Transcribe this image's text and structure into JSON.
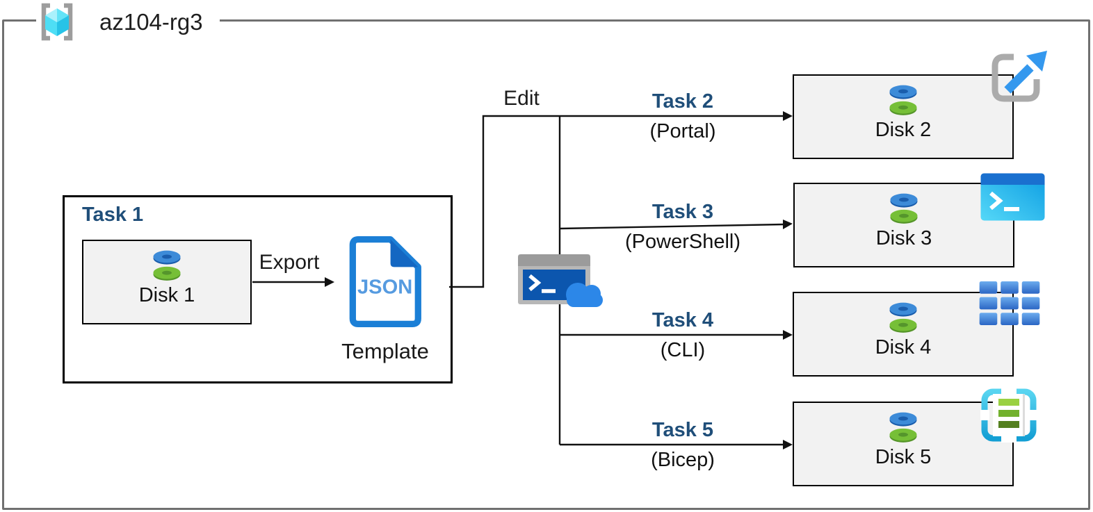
{
  "resource_group": {
    "name": "az104-rg3"
  },
  "task1": {
    "label": "Task 1",
    "disk_label": "Disk 1",
    "export_label": "Export",
    "template": {
      "file_type": "JSON",
      "label": "Template"
    }
  },
  "edit_label": "Edit",
  "branches": [
    {
      "task": "Task 2",
      "method": "(Portal)",
      "disk": "Disk 2",
      "icon": "portal-open-icon"
    },
    {
      "task": "Task 3",
      "method": "(PowerShell)",
      "disk": "Disk 3",
      "icon": "powershell-icon"
    },
    {
      "task": "Task 4",
      "method": "(CLI)",
      "disk": "Disk 4",
      "icon": "cli-grid-icon"
    },
    {
      "task": "Task 5",
      "method": "(Bicep)",
      "disk": "Disk 5",
      "icon": "bicep-template-icon"
    }
  ],
  "icons": {
    "resource_group": "resource-group-icon",
    "disk": "managed-disk-icon",
    "json_file": "json-file-icon",
    "cloud_shell": "cloud-shell-icon"
  },
  "colors": {
    "task_label": "#1F4E79",
    "disk_box_fill": "#F2F2F2",
    "box_border": "#000000",
    "outer_border": "#707070",
    "azure_blue": "#2B88E8",
    "json_blue": "#1B7FD6",
    "cyan": "#35C6EA",
    "disk_green": "#76BF37"
  }
}
